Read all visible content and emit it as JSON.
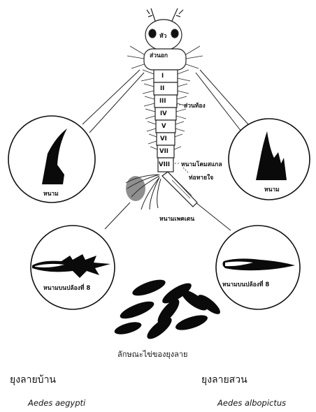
{
  "labels": {
    "head": "หัว",
    "thorax": "ส่วนอก",
    "abdomen": "ส่วนท้อง",
    "segments": [
      "I",
      "II",
      "III",
      "IV",
      "V",
      "VI",
      "VII",
      "VIII"
    ],
    "comb_spine": "หนามโคมสแกล",
    "siphon": "ท่อหายใจ",
    "pecten": "หนามเพคเตน",
    "thorax_spine_left": "หนาม",
    "thorax_spine_right": "หนาม",
    "comb_left": "หนามบนปล้องที่ 8",
    "comb_right": "หนามบนปล้องที่ 8",
    "eggs": "ลักษณะไข่ของยุงลาย"
  },
  "species": [
    {
      "thai": "ยุงลายบ้าน",
      "latin": "Aedes aegypti"
    },
    {
      "thai": "ยุงลายสวน",
      "latin": "Aedes albopictus"
    }
  ]
}
